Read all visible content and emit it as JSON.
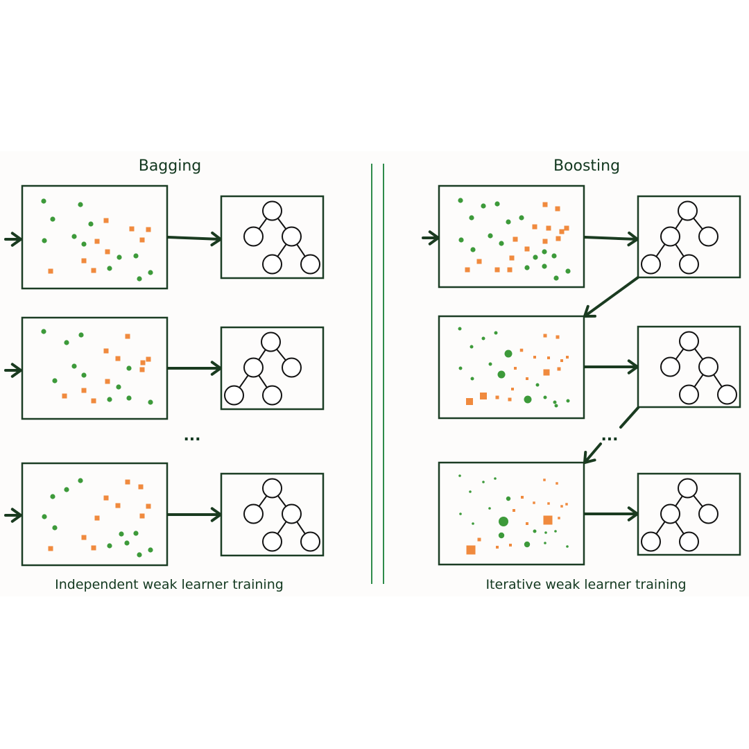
{
  "left": {
    "title": "Bagging",
    "caption": "Independent weak learner training",
    "ellipsis": "..."
  },
  "right": {
    "title": "Boosting",
    "caption": "Iterative weak learner training",
    "ellipsis": "..."
  },
  "colors": {
    "green_points": "#3d9a3a",
    "orange_points": "#f08a3e",
    "frames_and_arrows": "#1a3b20",
    "divider": "#2e8b4a"
  }
}
